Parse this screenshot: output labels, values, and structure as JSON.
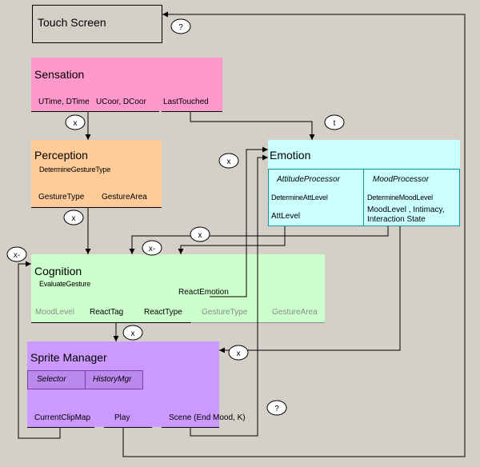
{
  "touch_screen": {
    "title": "Touch Screen"
  },
  "sensation": {
    "title": "Sensation",
    "fields": [
      "UTime, DTime",
      "UCoor, DCoor",
      "LastTouched"
    ]
  },
  "perception": {
    "title": "Perception",
    "method": "DetermineGestureType",
    "fields": [
      "GestureType",
      "GestureArea"
    ]
  },
  "emotion": {
    "title": "Emotion",
    "attitude": {
      "title": "AttitudeProcessor",
      "method": "DetermineAttLevel",
      "field": "AttLevel"
    },
    "mood": {
      "title": "MoodProcessor",
      "method": "DetermineMoodLevel",
      "fields": [
        "MoodLevel , Intimacy,",
        "Interaction State"
      ]
    }
  },
  "cognition": {
    "title": "Cognition",
    "method": "EvaluateGesture",
    "react_emotion": "ReactEmotion",
    "fields": [
      "MoodLevel",
      "ReactTag",
      "ReactType",
      "GestureType",
      "GestureArea"
    ]
  },
  "sprite_manager": {
    "title": "Sprite Manager",
    "components": [
      "Selector",
      "HistoryMgr"
    ],
    "fields": [
      "CurrentClipMap",
      "Play",
      "Scene (End Mood, K)"
    ]
  },
  "connectors": {
    "q1": "?",
    "x_sens_perc": "x",
    "t": "t",
    "x_left_emotion": "x",
    "x_perc_cog": "x",
    "x_mid": "x",
    "x_minus_mid": "x-",
    "x_minus_left": "x-",
    "x_cog_sprite": "x",
    "x_mood_sprite": "x",
    "q2": "?"
  },
  "colors": {
    "background": "#d4d0c8",
    "sensation": "#ff99cc",
    "perception": "#ffcc99",
    "emotion": "#ccffff",
    "cognition": "#ccffcc",
    "sprite_manager": "#cc99ff",
    "sprite_component": "#bb88ee"
  }
}
